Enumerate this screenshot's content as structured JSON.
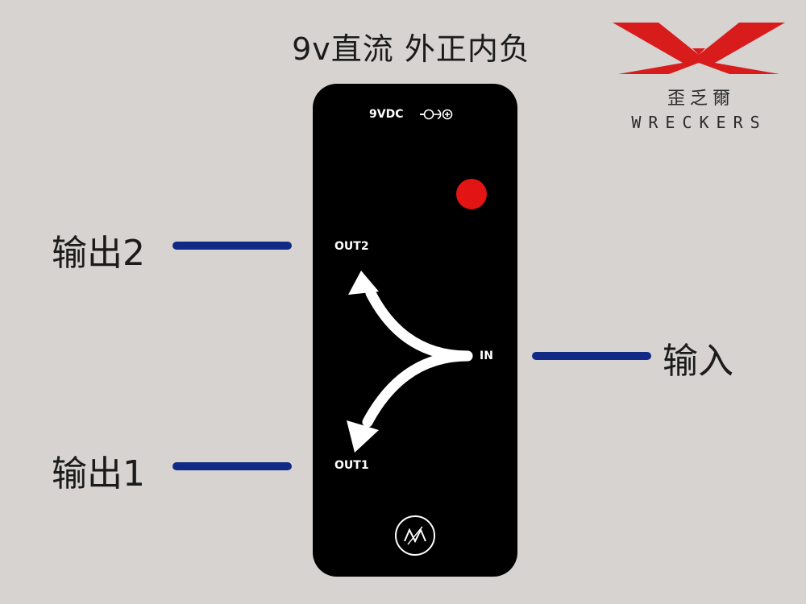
{
  "title": "9v直流  外正内负",
  "logo": {
    "chinese_text": "歪乏爾",
    "english_text": "WRECKERS",
    "colors": {
      "x_mark": "#d81c1c"
    }
  },
  "pedal": {
    "power_label": "9VDC",
    "power_polarity_icon": "center-negative-polarity-icon",
    "led_color": "#e21414",
    "jacks": {
      "out2": "OUT2",
      "out1": "OUT1",
      "in": "IN"
    },
    "brand_icon": "wreckers-w-emblem-icon"
  },
  "labels": {
    "output2": "输出2",
    "output1": "输出1",
    "input": "输入"
  },
  "colors": {
    "background": "#d6d3d1",
    "pedal_body": "#000000",
    "connector_lines": "#102a85"
  }
}
